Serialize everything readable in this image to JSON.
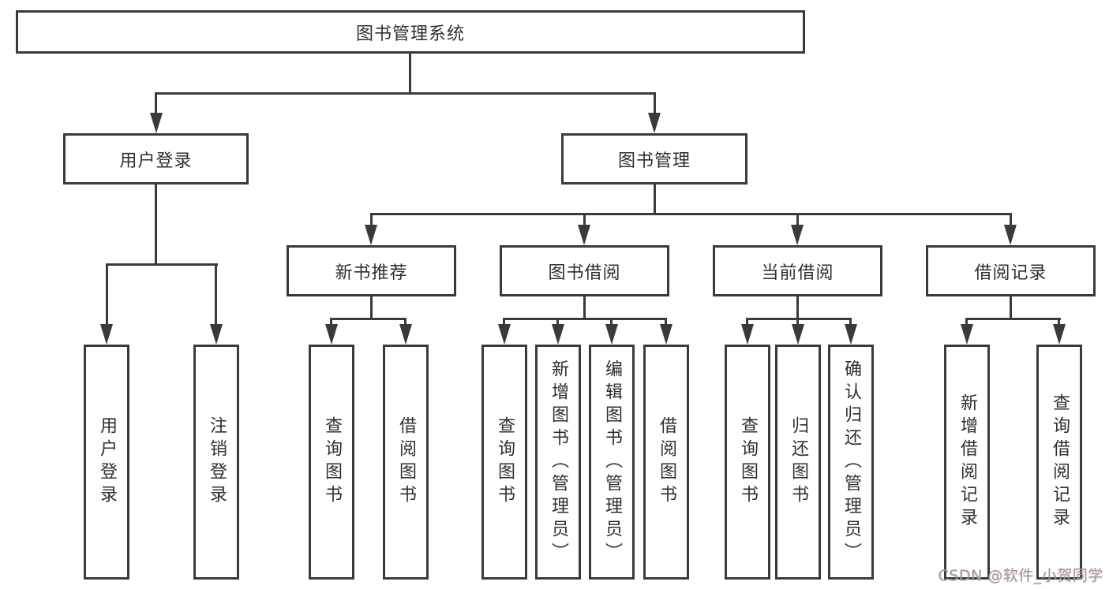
{
  "tree": {
    "root": "图书管理系统",
    "branches": [
      {
        "label": "用户登录",
        "children": [
          "用户登录",
          "注销登录"
        ]
      },
      {
        "label": "图书管理",
        "children": [
          {
            "label": "新书推荐",
            "children": [
              "查询图书",
              "借阅图书"
            ]
          },
          {
            "label": "图书借阅",
            "children": [
              "查询图书",
              "新增图书（管理员）",
              "编辑图书（管理员）",
              "借阅图书"
            ]
          },
          {
            "label": "当前借阅",
            "children": [
              "查询图书",
              "归还图书",
              "确认归还（管理员）"
            ]
          },
          {
            "label": "借阅记录",
            "children": [
              "新增借阅记录",
              "查询借阅记录"
            ]
          }
        ]
      }
    ]
  },
  "watermark": {
    "text": "CSDN @软件_小贺同学"
  },
  "colors": {
    "line": "#3a3a3a",
    "box_border": "#3a3a3a",
    "text": "#2f2f2f",
    "background": "#ffffff",
    "watermark": "#9b9b9b"
  }
}
